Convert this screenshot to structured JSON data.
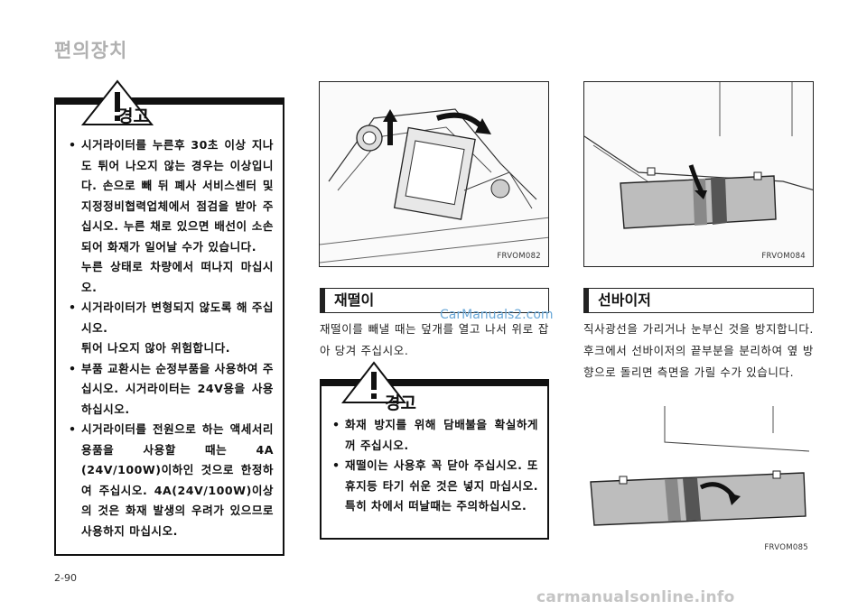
{
  "header": {
    "section_title": "편의장치"
  },
  "warning_left": {
    "title": "경고",
    "items": [
      {
        "text": "시거라이터를 누른후 30초 이상 지나도 튀어 나오지 않는 경우는 이상입니다. 손으로 빼 뒤 폐사 서비스센터 및 지정정비협력업체에서 점검을 받아 주십시오. 누른 채로 있으면 배선이 소손되어 화재가 일어날 수가 있습니다.",
        "extra": "누른 상태로 차량에서 떠나지 마십시오."
      },
      {
        "text": "시거라이터가 변형되지 않도록 해 주십시오.",
        "extra": "튀어 나오지 않아 위험합니다."
      },
      {
        "text": "부품 교환시는 순정부품을 사용하여 주십시오. 시거라이터는 24V용을 사용 하십시오.",
        "extra": ""
      },
      {
        "text": "시거라이터를 전원으로 하는 액세서리 용품을 사용할 때는 4A (24V/100W)이하인 것으로 한정하여 주십시오. 4A(24V/100W)이상의 것은 화재 발생의 우려가 있으므로 사용하지 마십시오.",
        "extra": ""
      }
    ]
  },
  "figure_ashtray": {
    "code": "FRVOM082"
  },
  "ashtray": {
    "heading": "재떨이",
    "body": "재떨이를 빼낼 때는 덮개를 열고 나서 위로 잡아 당겨 주십시오."
  },
  "warning_right": {
    "title": "경고",
    "items": [
      {
        "text": "화재 방지를 위해 담배불을 확실하게 꺼 주십시오."
      },
      {
        "text": "재떨이는 사용후 꼭 닫아 주십시오. 또 휴지등 타기 쉬운 것은 넣지 마십시오. 특히 차에서 떠날때는 주의하십시오."
      }
    ]
  },
  "figure_visor_top": {
    "code": "FRVOM084"
  },
  "sunvisor": {
    "heading": "선바이저",
    "body": "직사광선을 가리거나 눈부신 것을 방지합니다. 후크에서 선바이저의 끝부분을 분리하여 옆 방향으로 돌리면 측면을 가릴 수가 있습니다."
  },
  "figure_visor_bottom": {
    "code": "FRVOM085"
  },
  "footer": {
    "page_number": "2-90"
  },
  "watermarks": {
    "carmanuals2": "CarManuals2.com",
    "carmanualsonline": "carmanualsonline.info"
  }
}
